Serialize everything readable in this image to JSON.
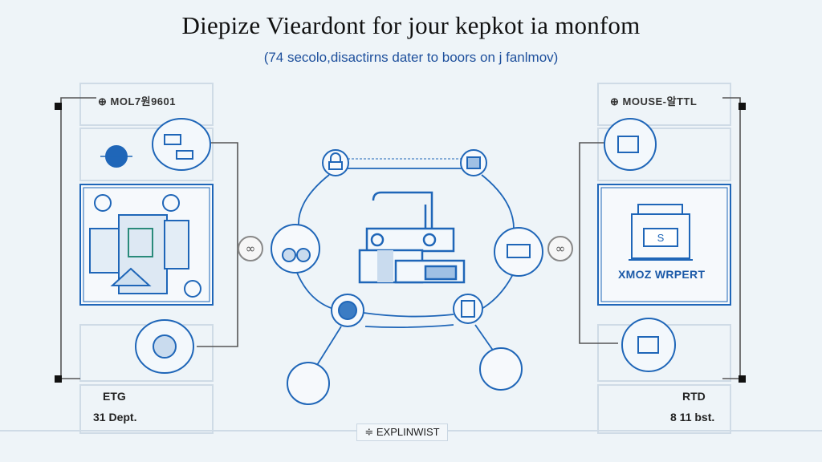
{
  "title": "Diepize Vieardont for jour kepkot ia monfom",
  "subtitle": "(74 secolo,disactirns dater to boors on j fanlmov)",
  "left_panel": {
    "header": "⊕ MOL7원9601",
    "footer_code": "ETG",
    "footer_value": "31 Dept."
  },
  "right_panel": {
    "header": "⊕ MOUSE-알TTL",
    "box_label": "XMOZ WRPERT",
    "footer_code": "RTD",
    "footer_value": "8 11 bst."
  },
  "bottom_label": "≑ EXPLINWIST",
  "colors": {
    "accent": "#1f66b8",
    "line": "#555555",
    "background": "#eef4f8"
  }
}
